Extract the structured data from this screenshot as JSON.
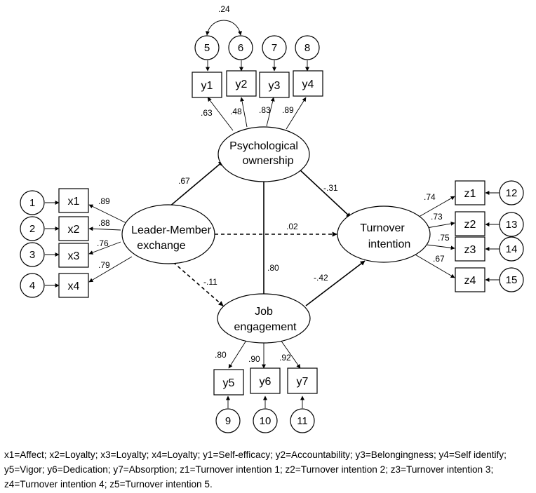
{
  "latent": {
    "psy": [
      "Psychological",
      "ownership"
    ],
    "lmx": [
      "Leader-Member",
      "exchange"
    ],
    "job": [
      "Job",
      "engagement"
    ],
    "turn": [
      "Turnover",
      "intention"
    ]
  },
  "indicators": {
    "x1": "x1",
    "x2": "x2",
    "x3": "x3",
    "x4": "x4",
    "y1": "y1",
    "y2": "y2",
    "y3": "y3",
    "y4": "y4",
    "y5": "y5",
    "y6": "y6",
    "y7": "y7",
    "z1": "z1",
    "z2": "z2",
    "z3": "z3",
    "z4": "z4"
  },
  "errors": {
    "e1": "1",
    "e2": "2",
    "e3": "3",
    "e4": "4",
    "e5": "5",
    "e6": "6",
    "e7": "7",
    "e8": "8",
    "e9": "9",
    "e10": "10",
    "e11": "11",
    "e12": "12",
    "e13": "13",
    "e14": "14",
    "e15": "15"
  },
  "coefficients": {
    "cov_5_6": ".24",
    "y1": ".63",
    "y2": ".48",
    "y3": ".83",
    "y4": ".89",
    "x1": ".89",
    "x2": ".88",
    "x3": ".76",
    "x4": ".79",
    "z1": ".74",
    "z2": ".73",
    "z3": ".75",
    "z4": ".67",
    "y5": ".80",
    "y6": ".90",
    "y7": ".92",
    "lmx_psy": ".67",
    "psy_turn": "-.31",
    "lmx_turn": ".02",
    "lmx_job": "-.11",
    "psy_job": ".80",
    "job_turn": "-.42"
  },
  "caption": "x1=Affect; x2=Loyalty; x3=Loyalty; x4=Loyalty; y1=Self-efficacy; y2=Accountability; y3=Belongingness; y4=Self identify; y5=Vigor; y6=Dedication; y7=Absorption; z1=Turnover intention 1; z2=Turnover intention 2; z3=Turnover intention 3; z4=Turnover intention 4; z5=Turnover intention 5."
}
